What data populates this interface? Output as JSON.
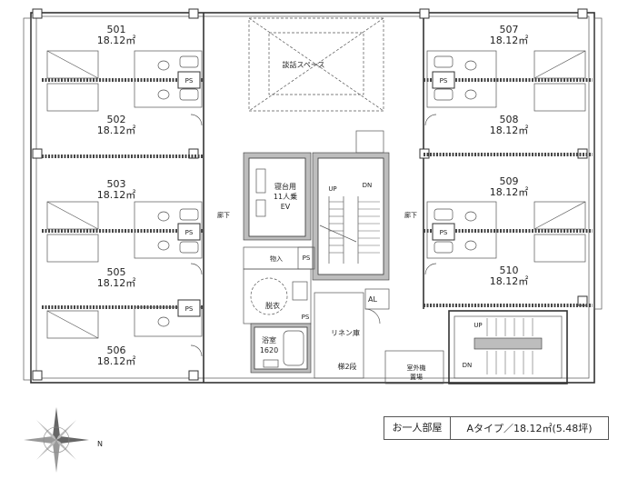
{
  "rooms": [
    {
      "number": "501",
      "area": "18.12㎡"
    },
    {
      "number": "502",
      "area": "18.12㎡"
    },
    {
      "number": "503",
      "area": "18.12㎡"
    },
    {
      "number": "505",
      "area": "18.12㎡"
    },
    {
      "number": "506",
      "area": "18.12㎡"
    },
    {
      "number": "507",
      "area": "18.12㎡"
    },
    {
      "number": "508",
      "area": "18.12㎡"
    },
    {
      "number": "509",
      "area": "18.12㎡"
    },
    {
      "number": "510",
      "area": "18.12㎡"
    }
  ],
  "labels": {
    "lounge": "談話スペース",
    "corridor": "廊下",
    "elevator_line1": "寝台用",
    "elevator_line2": "11人乗",
    "elevator_line3": "EV",
    "storage": "物入",
    "ps": "PS",
    "changing": "脱衣",
    "bath_line1": "浴室",
    "bath_line2": "1620",
    "linen": "リネン庫",
    "stair_note": "梯2段",
    "outdoor_line1": "室外機",
    "outdoor_line2": "置場",
    "al": "AL",
    "up": "UP",
    "dn": "DN",
    "north": "N"
  },
  "legend": {
    "category": "お一人部屋",
    "type": "Aタイプ／18.12㎡(5.48坪)"
  }
}
